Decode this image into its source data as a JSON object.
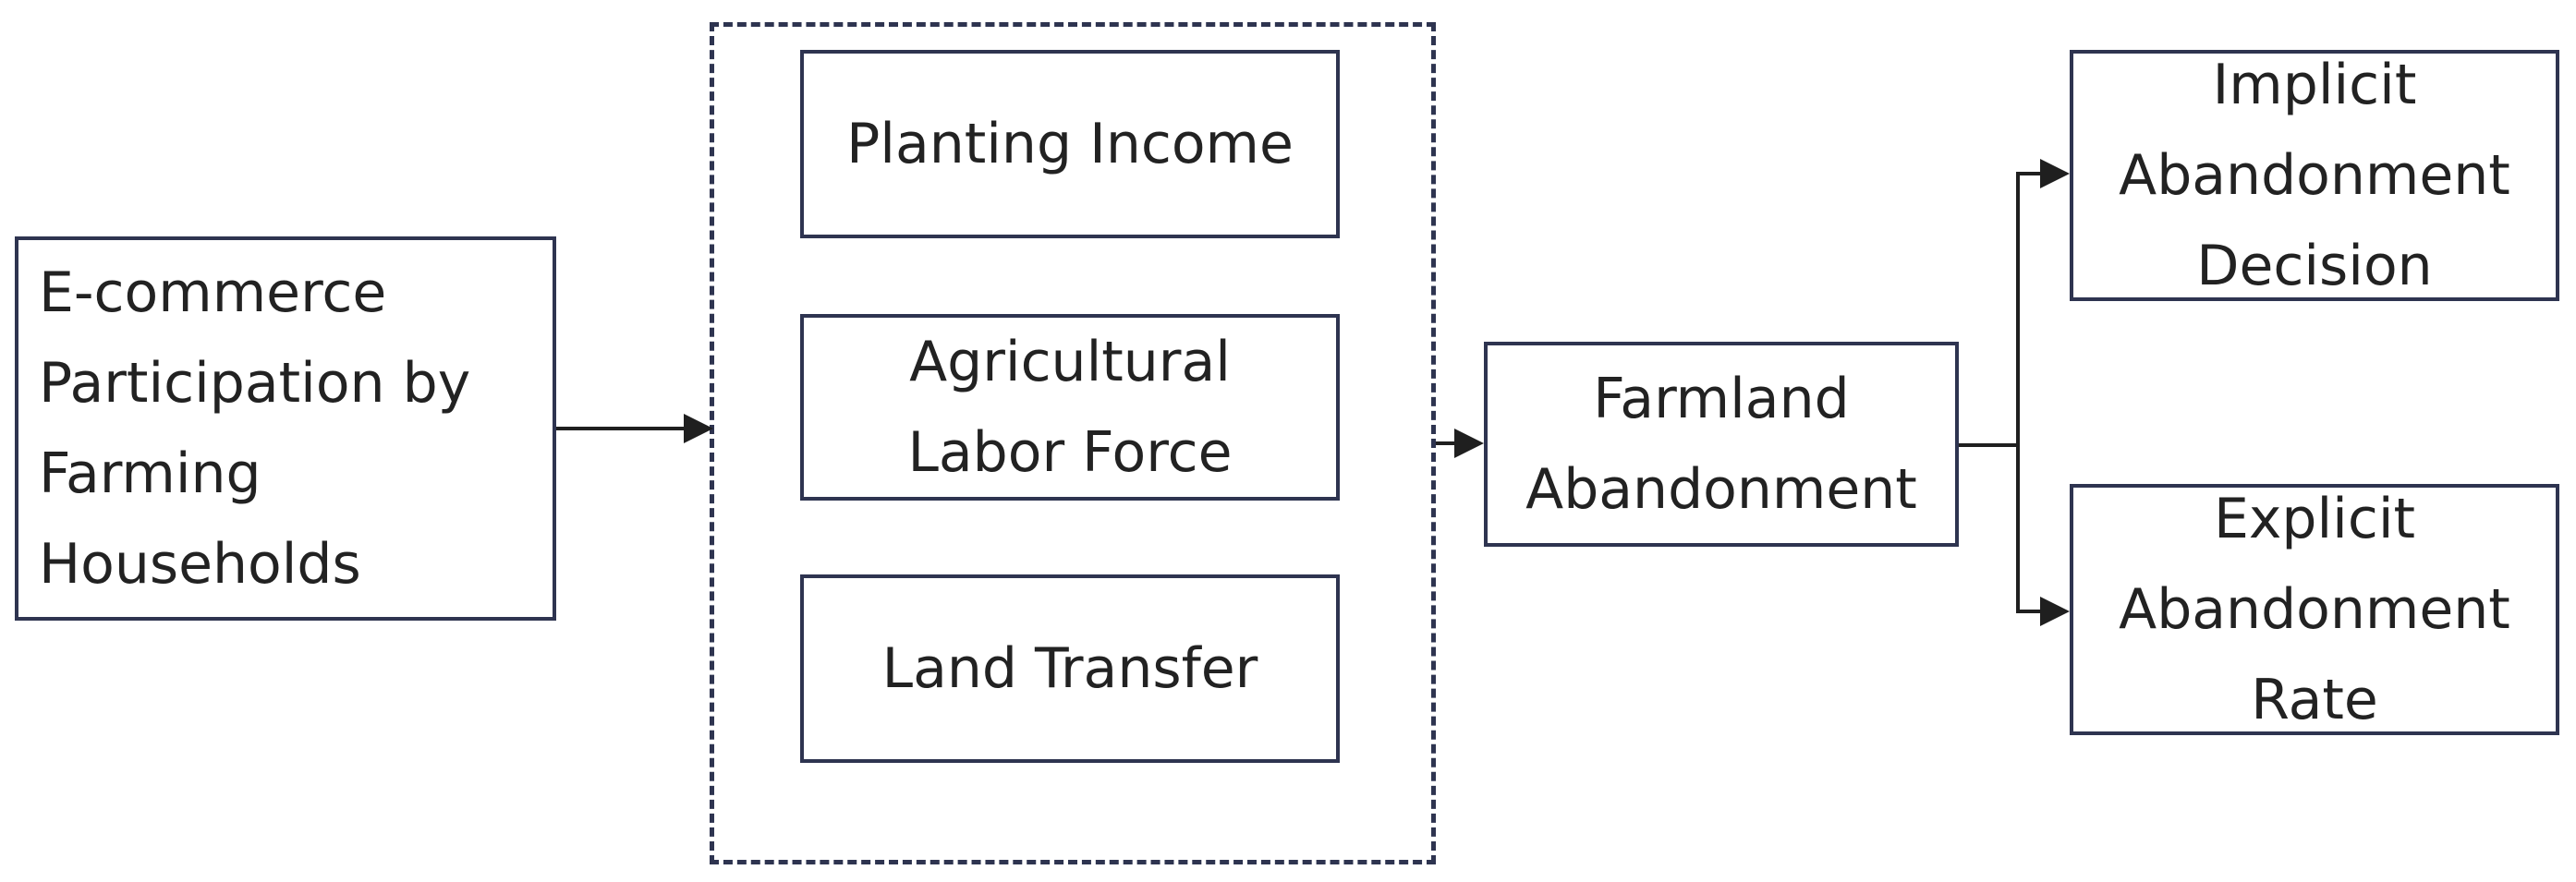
{
  "nodes": {
    "ecommerce": {
      "lines": [
        "E-commerce",
        "Participation by",
        "Farming",
        "Households"
      ]
    },
    "planting_income": {
      "lines": [
        "Planting Income"
      ]
    },
    "agricultural_labor": {
      "lines": [
        "Agricultural",
        "Labor Force"
      ]
    },
    "land_transfer": {
      "lines": [
        "Land Transfer"
      ]
    },
    "farmland_abandonment": {
      "lines": [
        "Farmland",
        "Abandonment"
      ]
    },
    "implicit": {
      "lines": [
        "Implicit",
        "Abandonment",
        "Decision"
      ]
    },
    "explicit": {
      "lines": [
        "Explicit",
        "Abandonment",
        "Rate"
      ]
    }
  },
  "colors": {
    "border": "#2e3450",
    "arrow": "#1f1f1f",
    "text": "#222222"
  }
}
